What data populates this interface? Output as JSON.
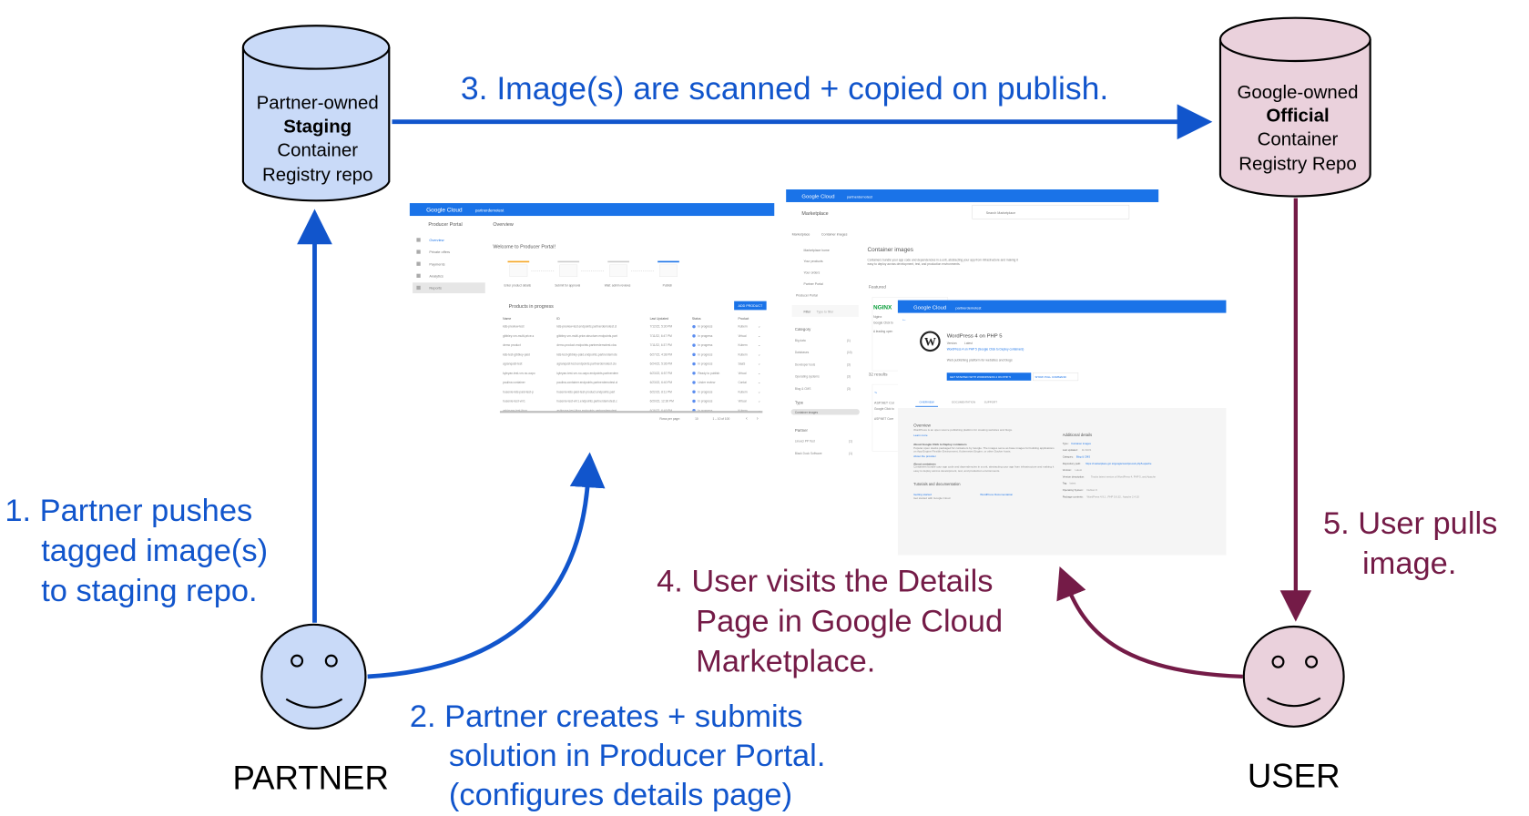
{
  "colors": {
    "partner_blue": "#1155cc",
    "user_maroon": "#741b47",
    "staging_fill": "#c9daf8",
    "official_fill": "#ead1dc",
    "gc_bar": "#1a73e8"
  },
  "staging_repo": {
    "lines": [
      "Partner-owned",
      "Staging",
      "Container",
      "Registry repo"
    ]
  },
  "official_repo": {
    "lines": [
      "Google-owned",
      "Official",
      "Container",
      "Registry Repo"
    ]
  },
  "steps": {
    "step1": [
      "1. Partner pushes",
      "tagged image(s)",
      "to staging repo."
    ],
    "step2": [
      "2. Partner creates + submits",
      "solution in Producer Portal.",
      "(configures details page)"
    ],
    "step3": "3. Image(s) are scanned + copied on publish.",
    "step4": [
      "4. User visits the Details",
      "Page in Google Cloud",
      "Marketplace."
    ],
    "step5": [
      "5. User pulls",
      "image."
    ]
  },
  "actors": {
    "partner": "PARTNER",
    "user": "USER"
  },
  "producer_portal": {
    "brand": "Google Cloud",
    "project": "partnerdemotest",
    "title": "Producer Portal",
    "page": "Overview",
    "nav": [
      "Overview",
      "Private offers",
      "Payments",
      "Analytics",
      "Reports"
    ],
    "welcome": "Welcome to Producer Portal!",
    "steps": [
      "Enter product details",
      "Submit for approval",
      "Wait: admin reviews",
      "Publish"
    ],
    "products_title": "Products in progress",
    "add_button": "ADD PRODUCT",
    "columns": [
      "Name",
      "ID",
      "Last Updated",
      "Status",
      "Product"
    ],
    "rows": [
      [
        "k8s-preview-test",
        "k8s-preview-test.endpoints.partnerdemotest.cl",
        "7/12/22, 5:30 PM",
        "In progress",
        "Kubern"
      ],
      [
        "gibbley-vm-multi-price-s",
        "gibbley-vm-multi-price-structure.endpoints.part",
        "7/11/22, 6:47 PM",
        "In progress",
        "Virtual"
      ],
      [
        "demo product",
        "demo-product.endpoints.partnerdemotest.clou",
        "7/11/22, 6:37 PM",
        "In progress",
        "Kubern"
      ],
      [
        "k8s-test-gibbley-paid",
        "k8s-test-gibbley-paid.endpoints.partnerdemote",
        "6/27/22, 4:38 PM",
        "In progress",
        "Kubern"
      ],
      [
        "agranquist-test",
        "agranquist-test.endpoints.partnerdemotest.clo",
        "6/24/22, 5:36 PM",
        "In progress",
        "SaaS"
      ],
      [
        "kyleyan-test-vm-no-oapo",
        "kyleyan-test-vm-no-oapo.endpoints.partnerdem",
        "6/23/22, 6:57 PM",
        "Ready to publish",
        "Virtual"
      ],
      [
        "paulina container",
        "paulina-container.endpoints.partnerdemotest.cl",
        "6/23/22, 6:40 PM",
        "Under review",
        "Contai"
      ],
      [
        "husenie-k8s-paid-test-p",
        "husenie-k8s-paid-test-product.endpoints.part",
        "6/22/22, 8:11 PM",
        "In progress",
        "Kubern"
      ],
      [
        "husenie-test-vm1",
        "husenie-test-vm1.endpoints.partnerdemotest.c",
        "6/20/22, 12:30 PM",
        "In progress",
        "Virtual"
      ],
      [
        "ashirsma-test-jfrog",
        "ashirsma-test-jfrog.endpoints.partnerdemotest",
        "6/16/22, 6:49 PM",
        "In progress",
        "Kubern"
      ]
    ],
    "pager": {
      "rows_label": "Rows per page:",
      "rows": "10",
      "range": "1 – 10 of 100"
    }
  },
  "marketplace": {
    "brand": "Google Cloud",
    "project": "partnerdemotest",
    "title": "Marketplace",
    "search_placeholder": "Search Marketplace",
    "breadcrumb": [
      "Marketplace",
      "Container images"
    ],
    "nav": [
      "Marketplace home",
      "Your products",
      "Your orders",
      "Partner Portal",
      "Producer Portal"
    ],
    "filter": "Filter",
    "filter_placeholder": "Type to filter",
    "category_title": "Category",
    "categories": [
      [
        "Big data",
        "(1)"
      ],
      [
        "Databases",
        "(10)"
      ],
      [
        "Developer tools",
        "(3)"
      ],
      [
        "Operating systems",
        "(3)"
      ],
      [
        "Blog & CMS",
        "(3)"
      ]
    ],
    "type_title": "Type",
    "type_chip": "Container images",
    "partner_title": "Partner",
    "partners": [
      [
        "Linuxci PP Test",
        "(1)"
      ],
      [
        "Black Duck Software",
        "(1)"
      ]
    ],
    "heading": "Container images",
    "description": "Containers bundle your app code and dependencies in a unit, abstracting your app from infrastructure and making it easy to deploy across development, test, and production environments.",
    "featured": "Featured",
    "featured_card": {
      "logo": "NGINX",
      "name": "Nginx",
      "by": "Google Click to",
      "desc": "A leading open"
    },
    "results": "32 results",
    "result_card": {
      "name": "ASP.NET Cor",
      "by": "Google Click to",
      "desc": "ASP.NET Core"
    }
  },
  "details_page": {
    "brand": "Google Cloud",
    "project": "partnerdemotest",
    "product_name": "WordPress 4 on PHP 5",
    "version_label": "Version:",
    "version": "Latest",
    "link": "WordPress 4 on PHP 5 (Google Click to Deploy containers)",
    "tagline": "Web publishing platform for websites and blogs",
    "primary_button": "GET STARTED WITH WORDPRESS 4 ON PHP 5",
    "secondary_button": "SHOW PULL COMMAND",
    "tabs": [
      "OVERVIEW",
      "DOCUMENTATION",
      "SUPPORT"
    ],
    "overview_title": "Overview",
    "overview_text": "WordPress is an open source publishing platform for creating websites and blogs.",
    "learn_more": "Learn more",
    "about_c2d_title": "About Google Click to Deploy containers",
    "about_c2d_text": "Popular open stacks packaged for containers by Google. The images serve as base images for building applications on App Engine Flexible Environment, Kubernetes Engine, or other Docker hosts.",
    "about_provider": "About the provider",
    "about_containers_title": "About containers",
    "about_containers_text": "Containers bundle your app code and dependencies in a unit, abstracting your app from infrastructure and making it easy to deploy across development, test, and production environments.",
    "tutorials_title": "Tutorials and documentation",
    "tutorial_links": [
      "Getting started",
      "WordPress Documentation"
    ],
    "tutorial_sub": "Get started with Google Cloud",
    "additional_title": "Additional details",
    "additional": [
      [
        "Type:",
        "Container images"
      ],
      [
        "Last updated:",
        "11/10/21"
      ],
      [
        "Category:",
        "Blog & CMS"
      ],
      [
        "Repository path:",
        "https://marketplace.gcr.io/google/wordpress4-php5-apache"
      ],
      [
        "Version:",
        "Latest"
      ],
      [
        "Version description:",
        "Tracks latest version of WordPress 4, PHP 5, and Apache"
      ],
      [
        "Tag:",
        "latest"
      ],
      [
        "Operating System:",
        "Debian 9"
      ],
      [
        "Package contents:",
        "WordPress 4.9.1 , PHP 5.6.32 , Apache 2.4.10"
      ]
    ]
  }
}
